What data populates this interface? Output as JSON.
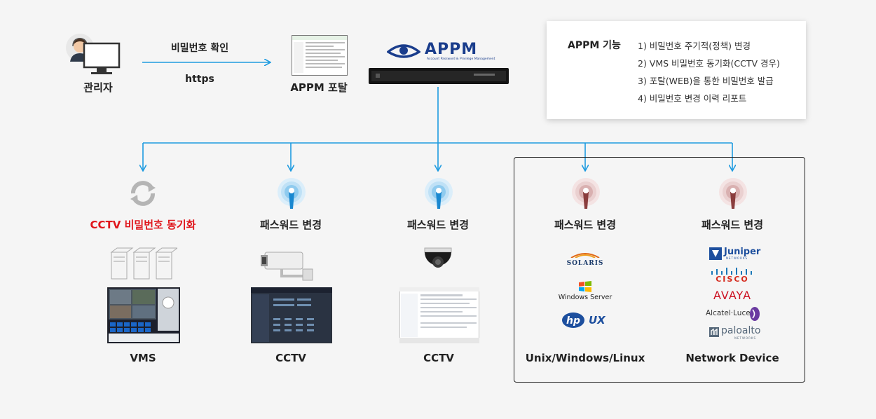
{
  "admin": {
    "label": "관리자"
  },
  "request": {
    "top_label": "비밀번호 확인",
    "bottom_label": "https"
  },
  "portal": {
    "label": "APPM 포탈"
  },
  "brand": {
    "name": "APPM",
    "tagline": "Account Password & Privilege Management",
    "color": "#1a3d8c"
  },
  "features": {
    "title": "APPM 기능",
    "items": [
      "1) 비밀번호 주기적(정책) 변경",
      "2) VMS 비밀번호 동기화(CCTV 경우)",
      "3) 포탈(WEB)을 통한 비밀번호 발급",
      "4) 비밀번호 변경 이력 리포트"
    ]
  },
  "targets": [
    {
      "action": "CCTV 비밀번호 동기화",
      "device": "VMS"
    },
    {
      "action": "패스워드 변경",
      "device": "CCTV"
    },
    {
      "action": "패스워드 변경",
      "device": "CCTV"
    },
    {
      "action": "패스워드 변경",
      "device": "Unix/Windows/Linux"
    },
    {
      "action": "패스워드 변경",
      "device": "Network Device"
    }
  ],
  "os_logos": {
    "solaris": "solaris",
    "windows": "Windows Server",
    "hpux": "UX"
  },
  "net_logos": {
    "juniper": "Juniper",
    "juniper_sub": "NETWORKS",
    "cisco": "CISCO",
    "avaya": "AVAYA",
    "alcatel": "Alcatel·Lucent",
    "paloalto": "paloalto",
    "paloalto_sub": "NETWORKS"
  },
  "colors": {
    "arrow": "#1e9be0",
    "accent_red": "#e0161c",
    "sync_gray": "#b5b5b5"
  }
}
